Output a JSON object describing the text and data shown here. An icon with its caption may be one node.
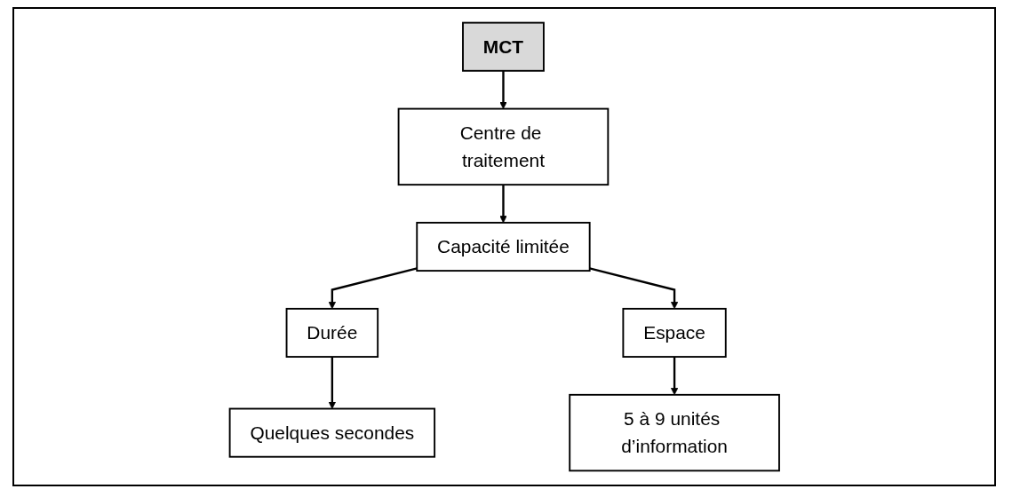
{
  "diagram": {
    "nodes": [
      {
        "text": [
          "MCT"
        ]
      },
      {
        "text": [
          "Centre de traitement"
        ]
      },
      {
        "text": [
          "Capacité limitée"
        ]
      },
      {
        "text": [
          "Durée"
        ]
      },
      {
        "text": [
          "Espace"
        ]
      },
      {
        "text": [
          "Quelques secondes"
        ]
      },
      {
        "text": [
          "5 à 9 unités d’information"
        ]
      }
    ],
    "edges": [
      {
        "from": 0,
        "to": 1,
        "arrow": "to"
      },
      {
        "from": 1,
        "to": 2,
        "arrow": "to"
      },
      {
        "from": 2,
        "to": 3,
        "arrow": "to"
      },
      {
        "from": 2,
        "to": 4,
        "arrow": "to"
      },
      {
        "from": 3,
        "to": 5,
        "arrow": "to"
      },
      {
        "from": 4,
        "to": 6,
        "arrow": "to"
      }
    ]
  }
}
